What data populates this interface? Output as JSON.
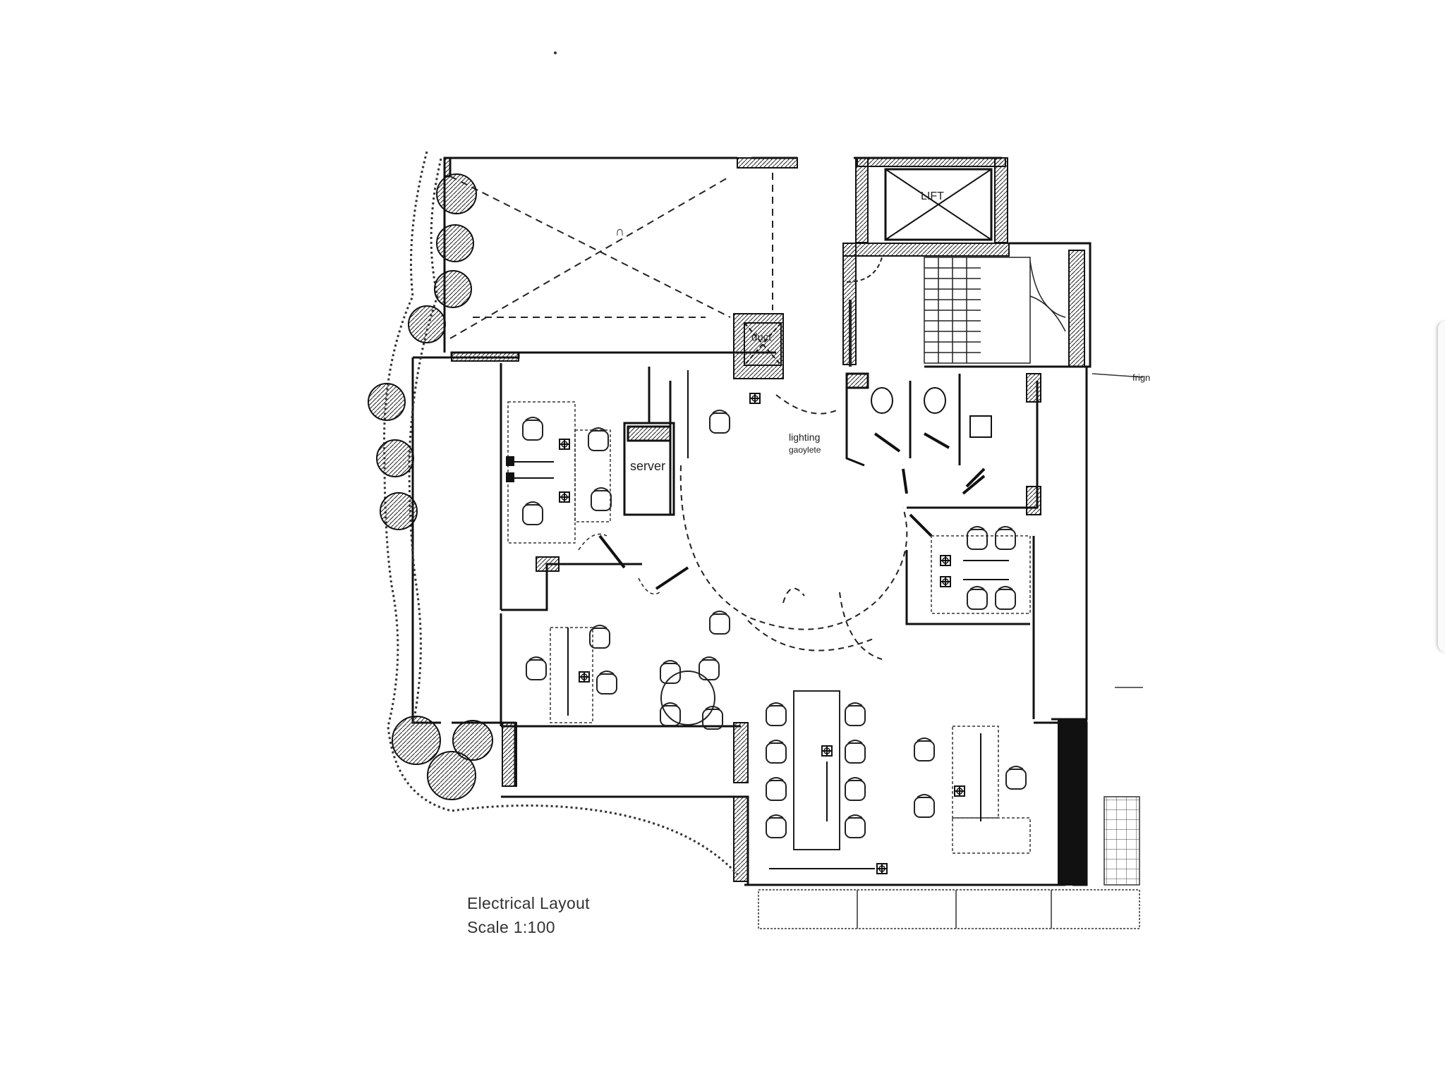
{
  "drawing": {
    "title": "Electrical Layout",
    "scale": "Scale 1:100"
  },
  "labels": {
    "lift": "LIFT",
    "duct": "duct",
    "server": "server",
    "lighting": "lighting",
    "lighting_sub": "gaoylete",
    "edge": "frign",
    "void": "∩"
  },
  "colors": {
    "ink": "#111111",
    "paper": "#ffffff",
    "tree": "#1a1a1a"
  }
}
